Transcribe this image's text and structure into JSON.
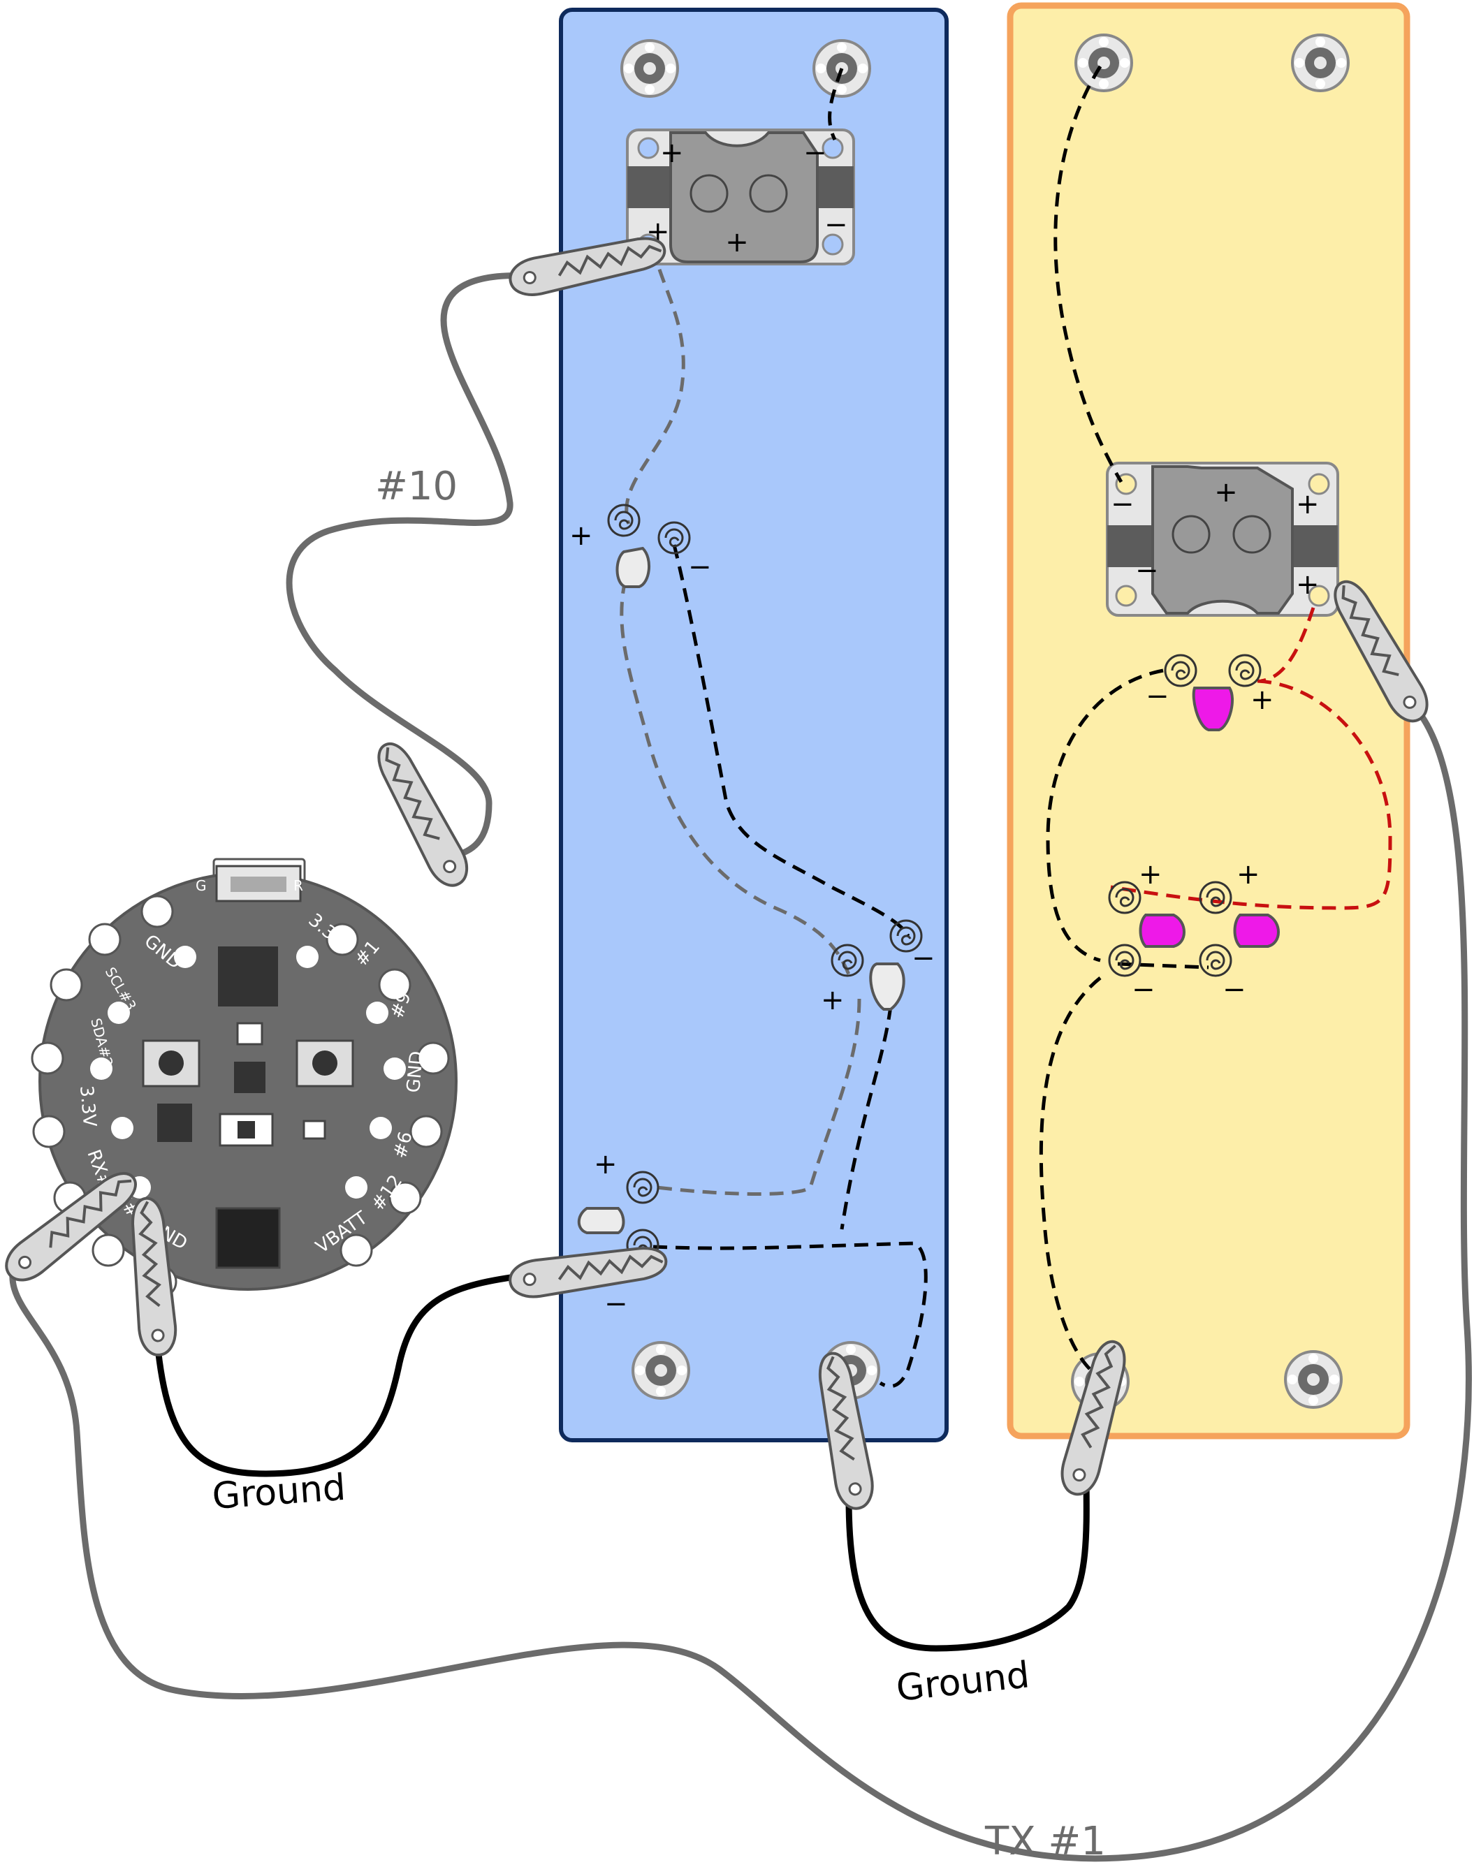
{
  "wires": {
    "pin10_label": "#10",
    "tx1_label": "TX #1",
    "ground_left_label": "Ground",
    "ground_bottom_label": "Ground"
  },
  "board": {
    "pins": {
      "gnd_top": "GND",
      "v33_top": "3.3V",
      "scl3": "SCL#3",
      "sda2": "SDA#2",
      "v33_left": "3.3V",
      "rx0": "RX#0",
      "tx1": "TX#1",
      "gnd_bottom": "GND",
      "pin1": "#1",
      "pin9": "#9",
      "gnd_right": "GND",
      "pin6": "#6",
      "pin12": "#12",
      "vbatt": "VBATT",
      "g": "G",
      "r": "R"
    }
  },
  "polarity": {
    "plus": "+",
    "minus": "−"
  },
  "colors": {
    "blue_panel": "#a9c8fb",
    "blue_panel_border": "#0e2a5c",
    "yellow_panel": "#fdeea9",
    "yellow_panel_border": "#f5a35c",
    "wire_gray": "#6b6b6b",
    "wire_black": "#000000",
    "pink_led": "#ee19e8",
    "red_thread": "#c81010"
  }
}
